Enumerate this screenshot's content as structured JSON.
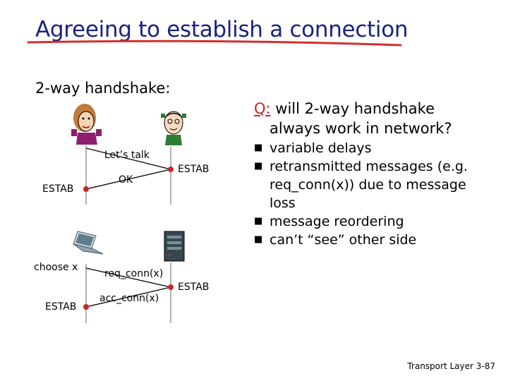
{
  "title": "Agreeing to establish a connection",
  "subtitle": "2-way handshake:",
  "question": {
    "q_letter": "Q:",
    "line1": "will 2-way handshake",
    "line2": "always work in network?"
  },
  "bullets": [
    "variable delays",
    "retransmitted messages (e.g. req_conn(x)) due to message loss",
    "message reordering",
    "can’t “see” other side"
  ],
  "upper_diagram": {
    "msg1": "Let’s talk",
    "msg2": "OK",
    "left_state": "ESTAB",
    "right_state": "ESTAB"
  },
  "lower_diagram": {
    "choose_label": "choose x",
    "msg1": "req_conn(x)",
    "msg2": "acc_conn(x)",
    "left_state": "ESTAB",
    "right_state": "ESTAB"
  },
  "footer": {
    "left": "Transport Layer",
    "right": "3-87"
  },
  "colors": {
    "title": "#1a237e",
    "title_underline": "#d32f2f",
    "q_letter": "#c62828",
    "arrow": "#000000",
    "state_dot": "#c62828"
  }
}
